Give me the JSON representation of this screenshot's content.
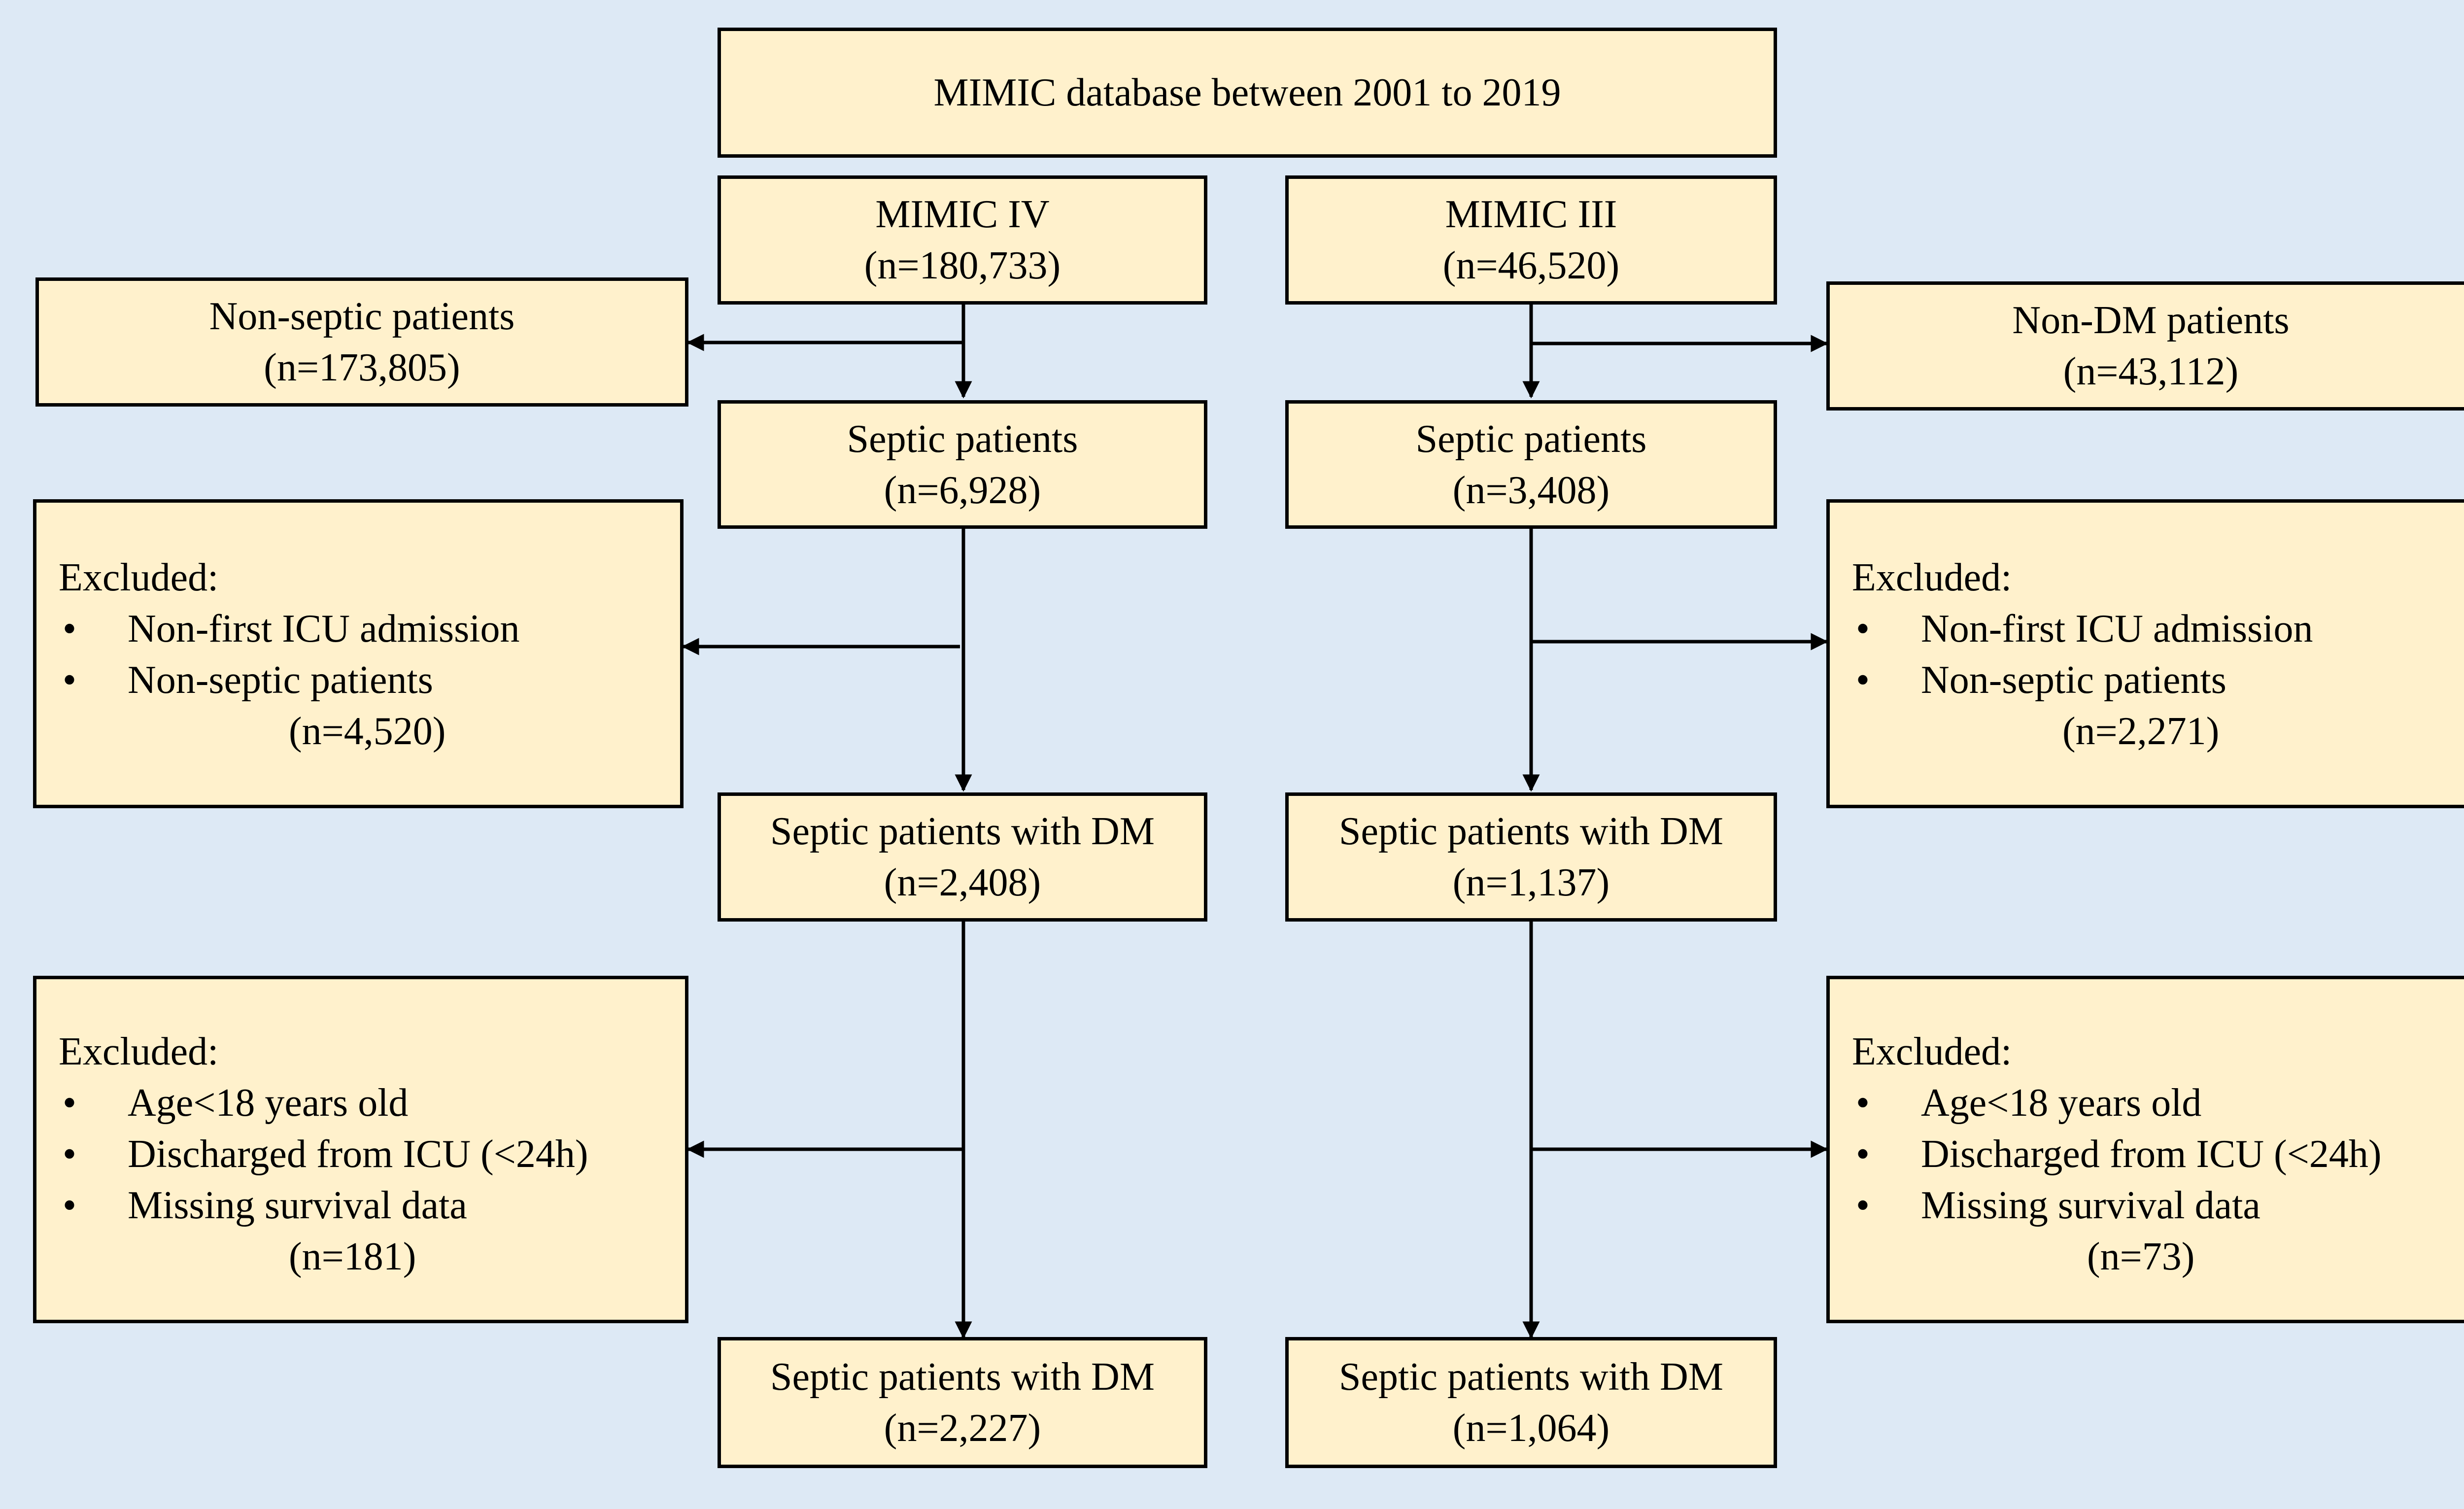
{
  "database": {
    "title": "MIMIC database between 2001 to 2019"
  },
  "left": {
    "source": {
      "name": "MIMIC IV",
      "count": "(n=180,733)"
    },
    "non_septic": {
      "label": "Non-septic patients",
      "count": "(n=173,805)"
    },
    "septic": {
      "label": "Septic patients",
      "count": "(n=6,928)"
    },
    "excluded1": {
      "title": "Excluded:",
      "items": [
        "Non-first ICU admission",
        "Non-septic patients"
      ],
      "count": "(n=4,520)"
    },
    "septic_dm": {
      "label": "Septic patients with DM",
      "count": "(n=2,408)"
    },
    "excluded2": {
      "title": "Excluded:",
      "items": [
        "Age<18 years old",
        "Discharged from ICU (<24h)",
        "Missing survival data"
      ],
      "count": "(n=181)"
    },
    "final": {
      "label": "Septic patients with DM",
      "count": "(n=2,227)"
    }
  },
  "right": {
    "source": {
      "name": "MIMIC III",
      "count": "(n=46,520)"
    },
    "non_dm": {
      "label": "Non-DM patients",
      "count": "(n=43,112)"
    },
    "septic": {
      "label": "Septic patients",
      "count": "(n=3,408)"
    },
    "excluded1": {
      "title": "Excluded:",
      "items": [
        "Non-first ICU admission",
        "Non-septic patients"
      ],
      "count": "(n=2,271)"
    },
    "septic_dm": {
      "label": "Septic patients with DM",
      "count": "(n=1,137)"
    },
    "excluded2": {
      "title": "Excluded:",
      "items": [
        "Age<18 years old",
        "Discharged from ICU (<24h)",
        "Missing survival data"
      ],
      "count": "(n=73)"
    },
    "final": {
      "label": "Septic patients with DM",
      "count": "(n=1,064)"
    }
  },
  "colors": {
    "background": "#dde9f5",
    "box_fill": "#fff1cc",
    "stroke": "#000000"
  }
}
